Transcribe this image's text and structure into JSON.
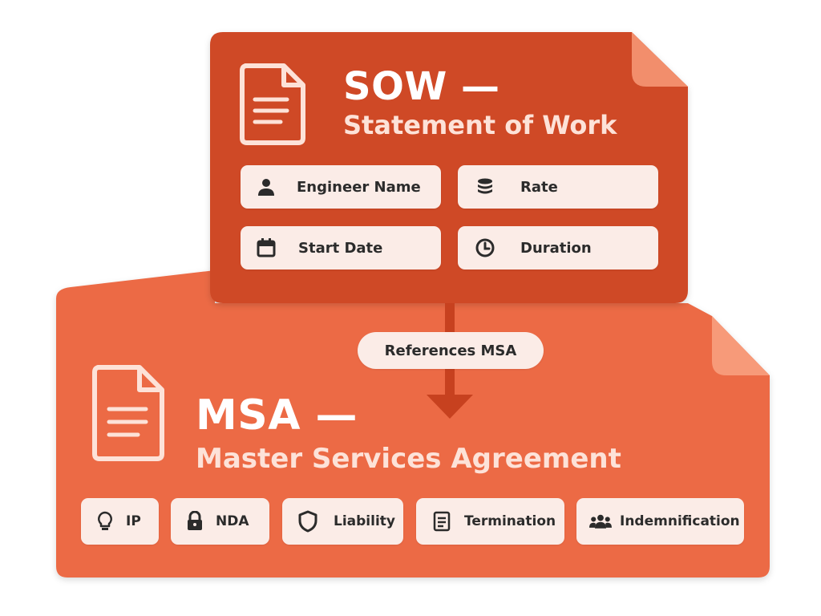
{
  "colors": {
    "sow_fill": "#cf4a27",
    "msa_fill": "#ec6a45",
    "fold_sow": "#f28e6c",
    "fold_msa": "#f79a79",
    "chip_bg": "#fbece7",
    "chip_text": "#2b2b2b",
    "msa_subtitle": "#fde2d8"
  },
  "sow": {
    "title": "SOW —",
    "subtitle": "Statement of Work",
    "icon": "document-icon",
    "fields": [
      {
        "label": "Engineer Name",
        "icon": "person-icon"
      },
      {
        "label": "Rate",
        "icon": "coins-stack-icon"
      },
      {
        "label": "Start Date",
        "icon": "calendar-icon"
      },
      {
        "label": "Duration",
        "icon": "clock-icon"
      }
    ]
  },
  "connector": {
    "label": "References MSA",
    "icon": "arrow-down-icon"
  },
  "msa": {
    "title": "MSA —",
    "subtitle": "Master Services Agreement",
    "icon": "document-icon",
    "clauses": [
      {
        "label": "IP",
        "icon": "lightbulb-icon"
      },
      {
        "label": "NDA",
        "icon": "lock-icon"
      },
      {
        "label": "Liability",
        "icon": "shield-icon"
      },
      {
        "label": "Termination",
        "icon": "document-lines-icon"
      },
      {
        "label": "Indemnification",
        "icon": "group-icon"
      }
    ]
  }
}
